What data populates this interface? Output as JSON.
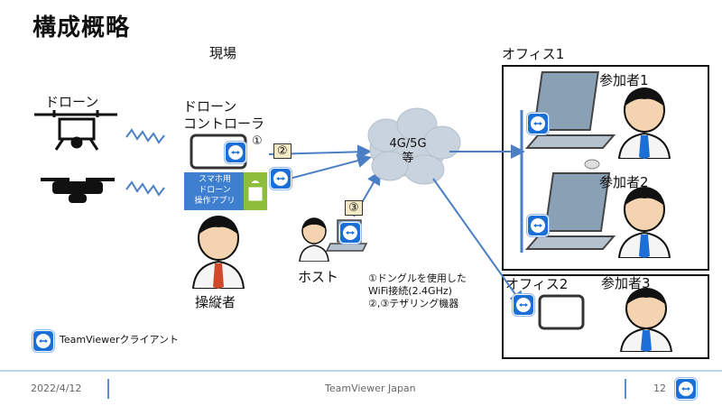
{
  "slide": {
    "title": "構成概略",
    "site_label": "現場",
    "office1_label": "オフィス1",
    "office2_label": "オフィス2",
    "drone_label": "ドローン",
    "controller_label_line1": "ドローン",
    "controller_label_line2": "コントローラ",
    "smartphone_app_line1": "スマホ用",
    "smartphone_app_line2": "ドローン",
    "smartphone_app_line3": "操作アプリ",
    "cloud_line1": "4G/5G",
    "cloud_line2": "等",
    "host_label": "ホスト",
    "operator_label": "操縦者",
    "participant1": "参加者1",
    "participant2": "参加者2",
    "participant3": "参加者3",
    "marker1": "①",
    "marker2": "②",
    "marker3": "③",
    "note_line1": "①ドングルを使用した",
    "note_line2": "WiFi接続(2.4GHz)",
    "note_line3": "②,③テザリング機器",
    "legend_label": "TeamViewerクライアント"
  },
  "footer": {
    "date": "2022/4/12",
    "company": "TeamViewer Japan",
    "page": "12"
  },
  "colors": {
    "accent": "#1b6fd6",
    "arrow": "#4a7fc4",
    "cloud": "#c9d3dd",
    "app_box": "#3f7fd0",
    "android": "#8dbd3b",
    "tie": "#1b6fd6"
  },
  "icons": [
    "drone-icon",
    "teamviewer-icon",
    "laptop-icon",
    "tablet-icon",
    "person-icon",
    "signal-icon",
    "android-icon",
    "cloud-icon"
  ]
}
